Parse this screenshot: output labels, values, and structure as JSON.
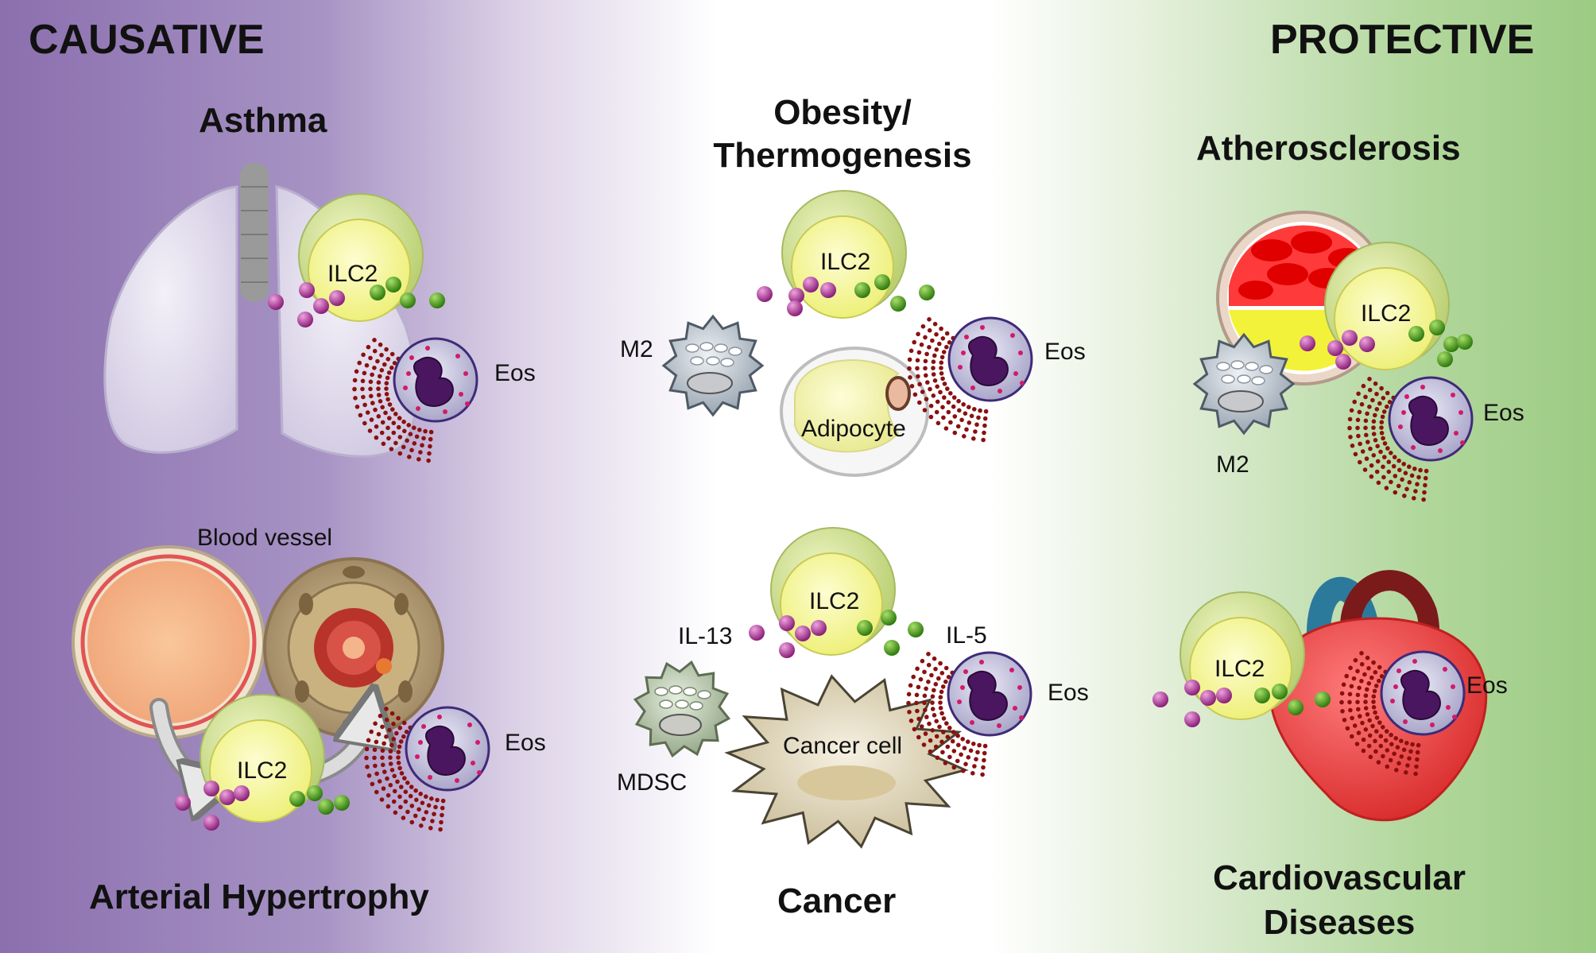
{
  "headers": {
    "causative": "CAUSATIVE",
    "protective": "PROTECTIVE"
  },
  "titles": {
    "asthma": "Asthma",
    "obesity": [
      "Obesity/",
      "Thermogenesis"
    ],
    "atherosclerosis": "Atherosclerosis",
    "arterial": "Arterial Hypertrophy",
    "cancer": "Cancer",
    "cardio": [
      "Cardiovascular",
      "Diseases"
    ]
  },
  "cells": {
    "ilc2": "ILC2",
    "eos": "Eos",
    "m2": "M2",
    "mdsc": "MDSC",
    "adipocyte": "Adipocyte",
    "cancer_cell": "Cancer cell"
  },
  "labels": {
    "blood_vessel": "Blood vessel",
    "il13": "IL-13",
    "il5": "IL-5"
  },
  "colors": {
    "causative": "#8b6fae",
    "protective": "#9ccb83",
    "ilc2_outer": "#d9e8a3",
    "ilc2_inner": "#f5f7a0",
    "eos_nucleus": "#4a1660",
    "cytokine_il13": "#a0318f",
    "cytokine_il5": "#3f8a14",
    "granule": "#8a1010"
  }
}
